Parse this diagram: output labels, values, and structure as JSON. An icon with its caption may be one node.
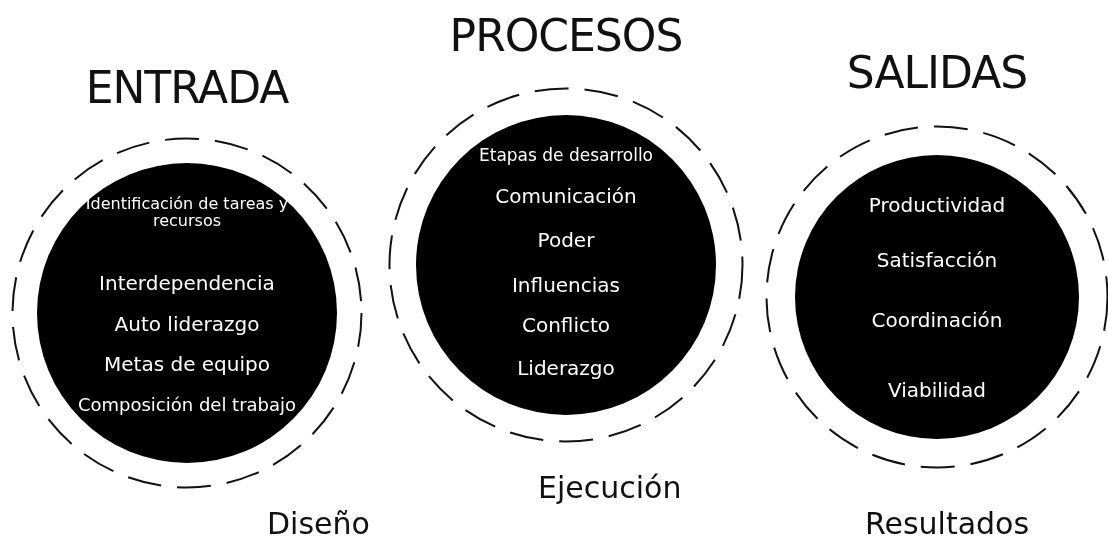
{
  "diagram": {
    "nodes": [
      {
        "text": [
          "ENTRADA",
          "Identificación de tareas y recursos",
          "Interdependencia",
          "Auto liderazgo",
          "Metas de equipo",
          "Composición del trabajo"
        ],
        "beside": [
          "Diseño"
        ]
      },
      {
        "text": [
          "PROCESOS",
          "Etapas de desarrollo",
          "Comunicación",
          "Poder",
          "Influencias",
          "Conflicto",
          "Liderazgo"
        ],
        "beside": [
          "Ejecución"
        ]
      },
      {
        "text": [
          "SALIDAS",
          "Productividad",
          "Satisfacción",
          "Coordinación",
          "Viabilidad"
        ],
        "beside": [
          "Resultados"
        ]
      }
    ]
  }
}
